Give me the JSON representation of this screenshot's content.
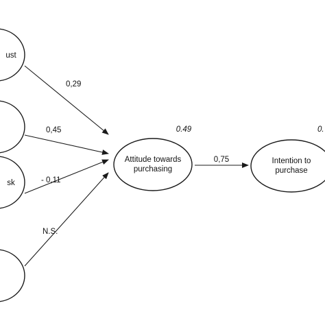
{
  "nodes": {
    "trust": {
      "lines": [
        "ust"
      ]
    },
    "node2": {
      "lines": [
        ""
      ]
    },
    "risk": {
      "lines": [
        "sk"
      ]
    },
    "node4": {
      "lines": [
        ""
      ]
    },
    "attitude": {
      "lines": [
        "Attitude towards",
        "purchasing"
      ],
      "r2": "0.49"
    },
    "intention": {
      "lines": [
        "Intention to",
        "purchase"
      ],
      "r2": "0."
    }
  },
  "paths": {
    "trust_to_attitude": "0,29",
    "node2_to_attitude": "0,45",
    "risk_to_attitude": "- 0,11",
    "node4_to_attitude": "N.S.",
    "attitude_to_intention": "0,75"
  }
}
